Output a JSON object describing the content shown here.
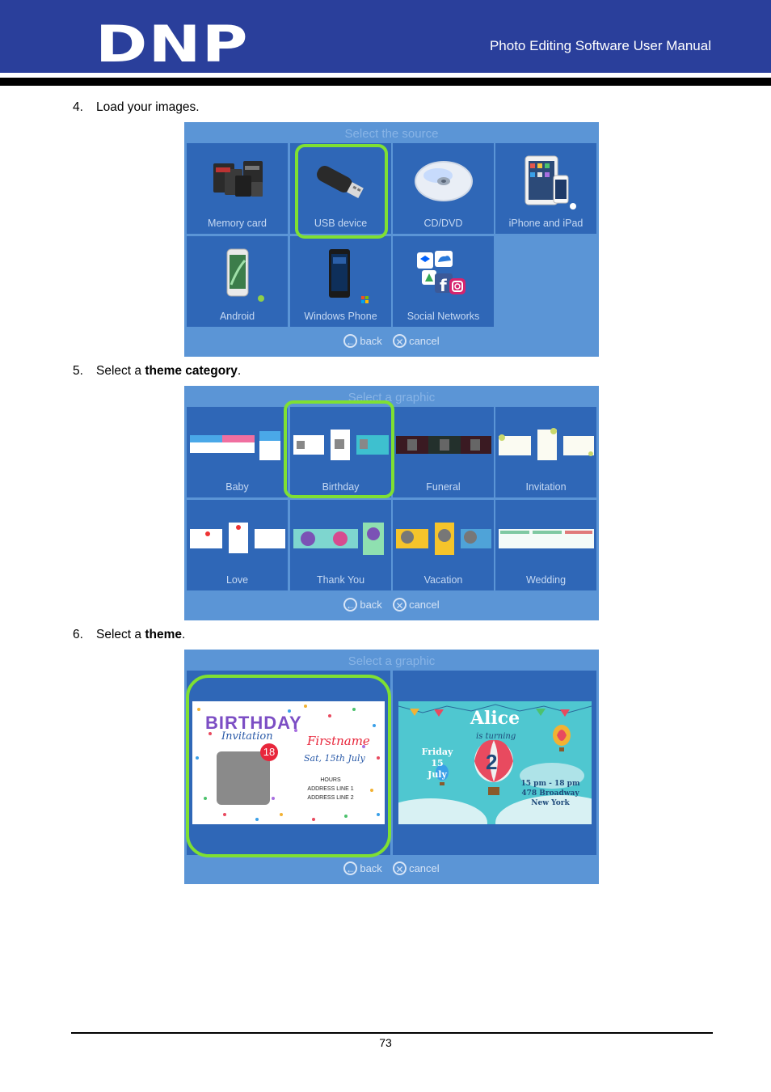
{
  "header": {
    "logo": "DNP",
    "doc_title": "Photo Editing Software User Manual"
  },
  "steps": [
    {
      "num": "4.",
      "text": "Load your images."
    },
    {
      "num": "5.",
      "pre": "Select a ",
      "bold": "theme category",
      "post": "."
    },
    {
      "num": "6.",
      "pre": "Select a ",
      "bold": "theme",
      "post": "."
    }
  ],
  "source_panel": {
    "title": "Select the source",
    "tiles": [
      "Memory card",
      "USB device",
      "CD/DVD",
      "iPhone and iPad",
      "Android",
      "Windows Phone",
      "Social Networks"
    ],
    "highlighted": "USB device"
  },
  "category_panel": {
    "title": "Select a graphic",
    "tiles": [
      "Baby",
      "Birthday",
      "Funeral",
      "Invitation",
      "Love",
      "Thank You",
      "Vacation",
      "Wedding"
    ],
    "highlighted": "Birthday"
  },
  "theme_panel": {
    "title": "Select a graphic",
    "card1": {
      "title": "BIRTHDAY",
      "subtitle": "Invitation",
      "badge": "18",
      "name": "Firstname",
      "date": "Sat, 15th July",
      "hours": "HOURS",
      "address1": "ADDRESS LINE 1",
      "address2": "ADDRESS LINE 2"
    },
    "card2": {
      "name": "Alice",
      "turning": "is turning",
      "age": "2",
      "day": "Friday",
      "daynum": "15",
      "month": "July",
      "time": "15 pm - 18 pm",
      "street": "478 Broadway",
      "city": "New York"
    }
  },
  "nav": {
    "back": "back",
    "cancel": "cancel"
  },
  "footer": {
    "page_number": "73"
  },
  "colors": {
    "header_blue": "#2a3f9b",
    "panel_blue": "#5b95d6",
    "tile_blue": "#2f67b7",
    "highlight_green": "#7fe032"
  }
}
